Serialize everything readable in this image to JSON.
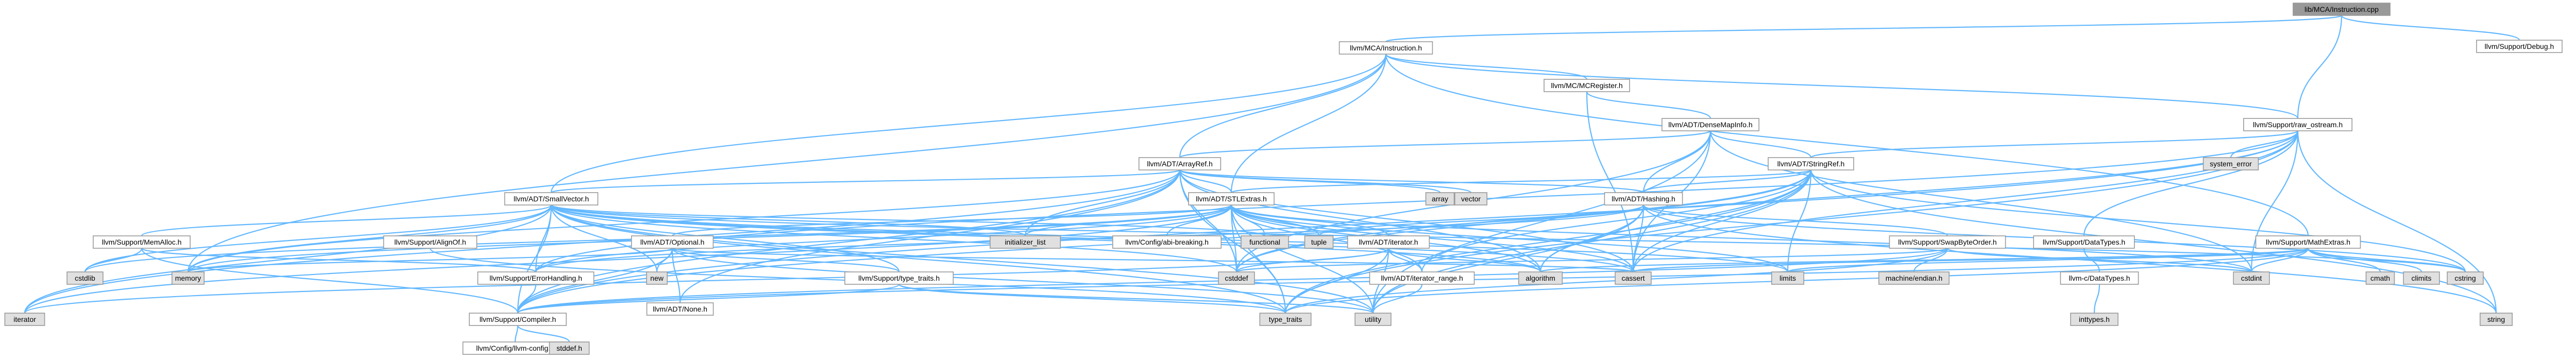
{
  "colors": {
    "node_fill": "#ffffff",
    "root_fill": "#999999",
    "system_fill": "#e0e0e0",
    "node_border": "#999999",
    "missing_border": "#ff0000",
    "edge": "#63b8ff",
    "text": "#000000"
  },
  "graph": {
    "nodes": [
      {
        "id": "root",
        "label": "lib/MCA/Instruction.cpp",
        "kind": "root"
      },
      {
        "id": "debug",
        "label": "llvm/Support/Debug.h",
        "kind": "doc"
      },
      {
        "id": "instr",
        "label": "llvm/MCA/Instruction.h",
        "kind": "doc"
      },
      {
        "id": "raw",
        "label": "llvm/Support/raw_ostream.h",
        "kind": "doc"
      },
      {
        "id": "mcreg",
        "label": "llvm/MC/MCRegister.h",
        "kind": "doc"
      },
      {
        "id": "densemapinfo",
        "label": "llvm/ADT/DenseMapInfo.h",
        "kind": "doc"
      },
      {
        "id": "syserr",
        "label": "system_error",
        "kind": "system"
      },
      {
        "id": "arrayref",
        "label": "llvm/ADT/ArrayRef.h",
        "kind": "doc"
      },
      {
        "id": "stringref",
        "label": "llvm/ADT/StringRef.h",
        "kind": "doc"
      },
      {
        "id": "array",
        "label": "array",
        "kind": "system"
      },
      {
        "id": "vector",
        "label": "vector",
        "kind": "system"
      },
      {
        "id": "smallvector",
        "label": "llvm/ADT/SmallVector.h",
        "kind": "doc"
      },
      {
        "id": "stlextras",
        "label": "llvm/ADT/STLExtras.h",
        "kind": "doc"
      },
      {
        "id": "hashing",
        "label": "llvm/ADT/Hashing.h",
        "kind": "doc"
      },
      {
        "id": "mathextras",
        "label": "llvm/Support/MathExtras.h",
        "kind": "doc"
      },
      {
        "id": "memalloc",
        "label": "llvm/Support/MemAlloc.h",
        "kind": "doc"
      },
      {
        "id": "alignof",
        "label": "llvm/Support/AlignOf.h",
        "kind": "doc"
      },
      {
        "id": "optional",
        "label": "llvm/ADT/Optional.h",
        "kind": "doc"
      },
      {
        "id": "initlist",
        "label": "initializer_list",
        "kind": "system"
      },
      {
        "id": "configabi",
        "label": "llvm/Config/abi-breaking.h",
        "kind": "doc"
      },
      {
        "id": "functional",
        "label": "functional",
        "kind": "system"
      },
      {
        "id": "tuple",
        "label": "tuple",
        "kind": "system"
      },
      {
        "id": "iterator",
        "label": "llvm/ADT/iterator.h",
        "kind": "doc"
      },
      {
        "id": "swapbyte",
        "label": "llvm/Support/SwapByteOrder.h",
        "kind": "doc"
      },
      {
        "id": "datatypes",
        "label": "llvm/Support/DataTypes.h",
        "kind": "doc"
      },
      {
        "id": "cmath",
        "label": "cmath",
        "kind": "system"
      },
      {
        "id": "climits",
        "label": "climits",
        "kind": "system"
      },
      {
        "id": "cstring",
        "label": "cstring",
        "kind": "system"
      },
      {
        "id": "cstdlib",
        "label": "cstdlib",
        "kind": "system"
      },
      {
        "id": "memory",
        "label": "memory",
        "kind": "system"
      },
      {
        "id": "errhandling",
        "label": "llvm/Support/ErrorHandling.h",
        "kind": "doc"
      },
      {
        "id": "new",
        "label": "new",
        "kind": "system"
      },
      {
        "id": "none",
        "label": "llvm/ADT/None.h",
        "kind": "doc"
      },
      {
        "id": "typetraitsh",
        "label": "llvm/Support/type_traits.h",
        "kind": "doc"
      },
      {
        "id": "cstddef",
        "label": "cstddef",
        "kind": "system"
      },
      {
        "id": "iterrange",
        "label": "llvm/ADT/iterator_range.h",
        "kind": "doc"
      },
      {
        "id": "algorithm",
        "label": "algorithm",
        "kind": "system"
      },
      {
        "id": "cassert",
        "label": "cassert",
        "kind": "system"
      },
      {
        "id": "limits",
        "label": "limits",
        "kind": "system"
      },
      {
        "id": "machineendian",
        "label": "machine/endian.h",
        "kind": "system"
      },
      {
        "id": "cdatatypes",
        "label": "llvm-c/DataTypes.h",
        "kind": "missing"
      },
      {
        "id": "cstdint",
        "label": "cstdint",
        "kind": "system"
      },
      {
        "id": "iteratorstd",
        "label": "iterator",
        "kind": "system"
      },
      {
        "id": "compiler",
        "label": "llvm/Support/Compiler.h",
        "kind": "doc"
      },
      {
        "id": "typetraits",
        "label": "type_traits",
        "kind": "system"
      },
      {
        "id": "utility",
        "label": "utility",
        "kind": "system"
      },
      {
        "id": "string",
        "label": "string",
        "kind": "system"
      },
      {
        "id": "inttypes",
        "label": "inttypes.h",
        "kind": "system"
      },
      {
        "id": "llvmconfig",
        "label": "llvm/Config/llvm-config.h",
        "kind": "doc"
      },
      {
        "id": "stddef",
        "label": "stddef.h",
        "kind": "system"
      }
    ],
    "edges": [
      [
        "root",
        "debug"
      ],
      [
        "root",
        "instr"
      ],
      [
        "root",
        "raw"
      ],
      [
        "instr",
        "mcreg"
      ],
      [
        "instr",
        "arrayref"
      ],
      [
        "instr",
        "smallvector"
      ],
      [
        "instr",
        "stlextras"
      ],
      [
        "instr",
        "mathextras"
      ],
      [
        "instr",
        "memory"
      ],
      [
        "instr",
        "raw"
      ],
      [
        "mcreg",
        "densemapinfo"
      ],
      [
        "mcreg",
        "cassert"
      ],
      [
        "densemapinfo",
        "arrayref"
      ],
      [
        "densemapinfo",
        "stringref"
      ],
      [
        "densemapinfo",
        "hashing"
      ],
      [
        "densemapinfo",
        "cassert"
      ],
      [
        "densemapinfo",
        "cstddef"
      ],
      [
        "densemapinfo",
        "cstdint"
      ],
      [
        "densemapinfo",
        "utility"
      ],
      [
        "raw",
        "stringref"
      ],
      [
        "raw",
        "datatypes"
      ],
      [
        "raw",
        "syserr"
      ],
      [
        "raw",
        "cassert"
      ],
      [
        "raw",
        "cstddef"
      ],
      [
        "raw",
        "cstdint"
      ],
      [
        "raw",
        "string"
      ],
      [
        "raw",
        "typetraits"
      ],
      [
        "raw",
        "errhandling"
      ],
      [
        "raw",
        "compiler"
      ],
      [
        "arrayref",
        "compiler"
      ],
      [
        "arrayref",
        "hashing"
      ],
      [
        "arrayref",
        "none"
      ],
      [
        "arrayref",
        "smallvector"
      ],
      [
        "arrayref",
        "stlextras"
      ],
      [
        "arrayref",
        "algorithm"
      ],
      [
        "arrayref",
        "array"
      ],
      [
        "arrayref",
        "cassert"
      ],
      [
        "arrayref",
        "cstddef"
      ],
      [
        "arrayref",
        "initlist"
      ],
      [
        "arrayref",
        "iteratorstd"
      ],
      [
        "arrayref",
        "memory"
      ],
      [
        "arrayref",
        "typetraits"
      ],
      [
        "arrayref",
        "vector"
      ],
      [
        "stringref",
        "stlextras"
      ],
      [
        "stringref",
        "iterrange"
      ],
      [
        "stringref",
        "compiler"
      ],
      [
        "stringref",
        "algorithm"
      ],
      [
        "stringref",
        "cassert"
      ],
      [
        "stringref",
        "cstddef"
      ],
      [
        "stringref",
        "cstring"
      ],
      [
        "stringref",
        "limits"
      ],
      [
        "stringref",
        "string"
      ],
      [
        "stringref",
        "typetraits"
      ],
      [
        "stringref",
        "utility"
      ],
      [
        "stringref",
        "hashing"
      ],
      [
        "smallvector",
        "compiler"
      ],
      [
        "smallvector",
        "errhandling"
      ],
      [
        "smallvector",
        "memalloc"
      ],
      [
        "smallvector",
        "typetraitsh"
      ],
      [
        "smallvector",
        "algorithm"
      ],
      [
        "smallvector",
        "cassert"
      ],
      [
        "smallvector",
        "cstddef"
      ],
      [
        "smallvector",
        "cstdlib"
      ],
      [
        "smallvector",
        "cstring"
      ],
      [
        "smallvector",
        "functional"
      ],
      [
        "smallvector",
        "initlist"
      ],
      [
        "smallvector",
        "iteratorstd"
      ],
      [
        "smallvector",
        "limits"
      ],
      [
        "smallvector",
        "memory"
      ],
      [
        "smallvector",
        "new"
      ],
      [
        "smallvector",
        "typetraits"
      ],
      [
        "smallvector",
        "utility"
      ],
      [
        "stlextras",
        "optional"
      ],
      [
        "stlextras",
        "iterator"
      ],
      [
        "stlextras",
        "iterrange"
      ],
      [
        "stlextras",
        "configabi"
      ],
      [
        "stlextras",
        "errhandling"
      ],
      [
        "stlextras",
        "algorithm"
      ],
      [
        "stlextras",
        "cassert"
      ],
      [
        "stlextras",
        "cstddef"
      ],
      [
        "stlextras",
        "cstdint"
      ],
      [
        "stlextras",
        "cstdlib"
      ],
      [
        "stlextras",
        "functional"
      ],
      [
        "stlextras",
        "initlist"
      ],
      [
        "stlextras",
        "iteratorstd"
      ],
      [
        "stlextras",
        "limits"
      ],
      [
        "stlextras",
        "memory"
      ],
      [
        "stlextras",
        "tuple"
      ],
      [
        "stlextras",
        "typetraits"
      ],
      [
        "stlextras",
        "utility"
      ],
      [
        "hashing",
        "errhandling"
      ],
      [
        "hashing",
        "swapbyte"
      ],
      [
        "hashing",
        "type_traits"
      ],
      [
        "hashing",
        "algorithm"
      ],
      [
        "hashing",
        "cassert"
      ],
      [
        "hashing",
        "cstring"
      ],
      [
        "hashing",
        "string"
      ],
      [
        "hashing",
        "tuple"
      ],
      [
        "hashing",
        "utility"
      ],
      [
        "mathextras",
        "compiler"
      ],
      [
        "mathextras",
        "algorithm"
      ],
      [
        "mathextras",
        "cassert"
      ],
      [
        "mathextras",
        "climits"
      ],
      [
        "mathextras",
        "cmath"
      ],
      [
        "mathextras",
        "cstdint"
      ],
      [
        "mathextras",
        "cstring"
      ],
      [
        "mathextras",
        "limits"
      ],
      [
        "mathextras",
        "typetraits"
      ],
      [
        "memalloc",
        "compiler"
      ],
      [
        "memalloc",
        "errhandling"
      ],
      [
        "memalloc",
        "cstdlib"
      ],
      [
        "alignof",
        "typetraits"
      ],
      [
        "optional",
        "none"
      ],
      [
        "optional",
        "compiler"
      ],
      [
        "optional",
        "typetraitsh"
      ],
      [
        "optional",
        "cassert"
      ],
      [
        "optional",
        "memory"
      ],
      [
        "optional",
        "new"
      ],
      [
        "optional",
        "utility"
      ],
      [
        "iterator",
        "iterrange"
      ],
      [
        "iterator",
        "algorithm"
      ],
      [
        "iterator",
        "cstddef"
      ],
      [
        "iterator",
        "iteratorstd"
      ],
      [
        "iterator",
        "typetraits"
      ],
      [
        "iterator",
        "utility"
      ],
      [
        "swapbyte",
        "compiler"
      ],
      [
        "swapbyte",
        "typetraits"
      ],
      [
        "swapbyte",
        "cstddef"
      ],
      [
        "swapbyte",
        "cstdint"
      ],
      [
        "swapbyte",
        "machineendian"
      ],
      [
        "datatypes",
        "cdatatypes"
      ],
      [
        "cdatatypes",
        "inttypes"
      ],
      [
        "errhandling",
        "compiler"
      ],
      [
        "typetraitsh",
        "compiler"
      ],
      [
        "typetraitsh",
        "typetraits"
      ],
      [
        "typetraitsh",
        "utility"
      ],
      [
        "iterrange",
        "utility"
      ],
      [
        "compiler",
        "llvmconfig"
      ],
      [
        "compiler",
        "stddef"
      ]
    ]
  }
}
